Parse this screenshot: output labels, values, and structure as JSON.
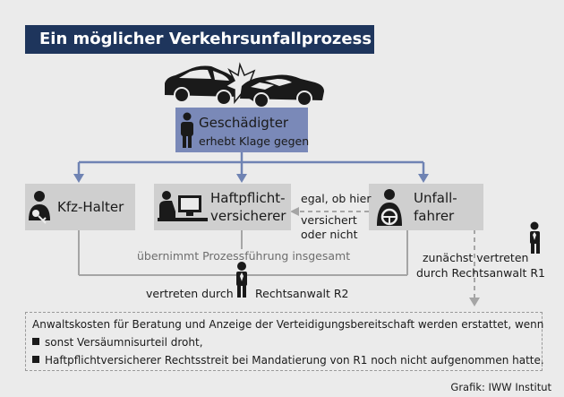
{
  "title": "Ein möglicher Verkehrsunfallprozess",
  "nodes": {
    "geschaedigter": {
      "line1": "Geschädigter",
      "line2": "erhebt Klage gegen"
    },
    "kfz_halter": {
      "label": "Kfz-Halter"
    },
    "haftpflicht": {
      "line1": "Haftpflicht-",
      "line2": "versicherer"
    },
    "unfallfahrer": {
      "line1": "Unfall-",
      "line2": "fahrer"
    }
  },
  "edge_labels": {
    "egal": {
      "line1": "egal, ob hier",
      "line2": "versichert",
      "line3": "oder nicht"
    },
    "prozessfuehrung": "übernimmt Prozessführung insgesamt",
    "vertreten_durch": "vertreten durch",
    "rechtsanwalt_r2": "Rechtsanwalt R2",
    "zunaechst": {
      "line1": "zunächst vertreten",
      "line2": "durch Rechtsanwalt R1"
    }
  },
  "note": {
    "intro": "Anwaltskosten für Beratung und Anzeige der Verteidigungsbereitschaft werden erstattet, wenn",
    "items": [
      "sonst Versäumnisurteil droht,",
      "Haftpflichtversicherer Rechtsstreit bei Mandatierung von R1 noch nicht aufgenommen hatte."
    ]
  },
  "source": "Grafik: IWW Institut",
  "colors": {
    "title_bg": "#1e355c",
    "arrow_blue": "#6f83b3",
    "box_gray": "#cfcfcf",
    "box_blue": "#7a89b8",
    "line_gray": "#a5a5a5"
  },
  "icons": {
    "crash": "car-crash-icon",
    "person": "person-icon",
    "key": "key-icon",
    "computer": "person-at-computer-icon",
    "driver": "steering-wheel-icon",
    "lawyer": "lawyer-icon"
  }
}
